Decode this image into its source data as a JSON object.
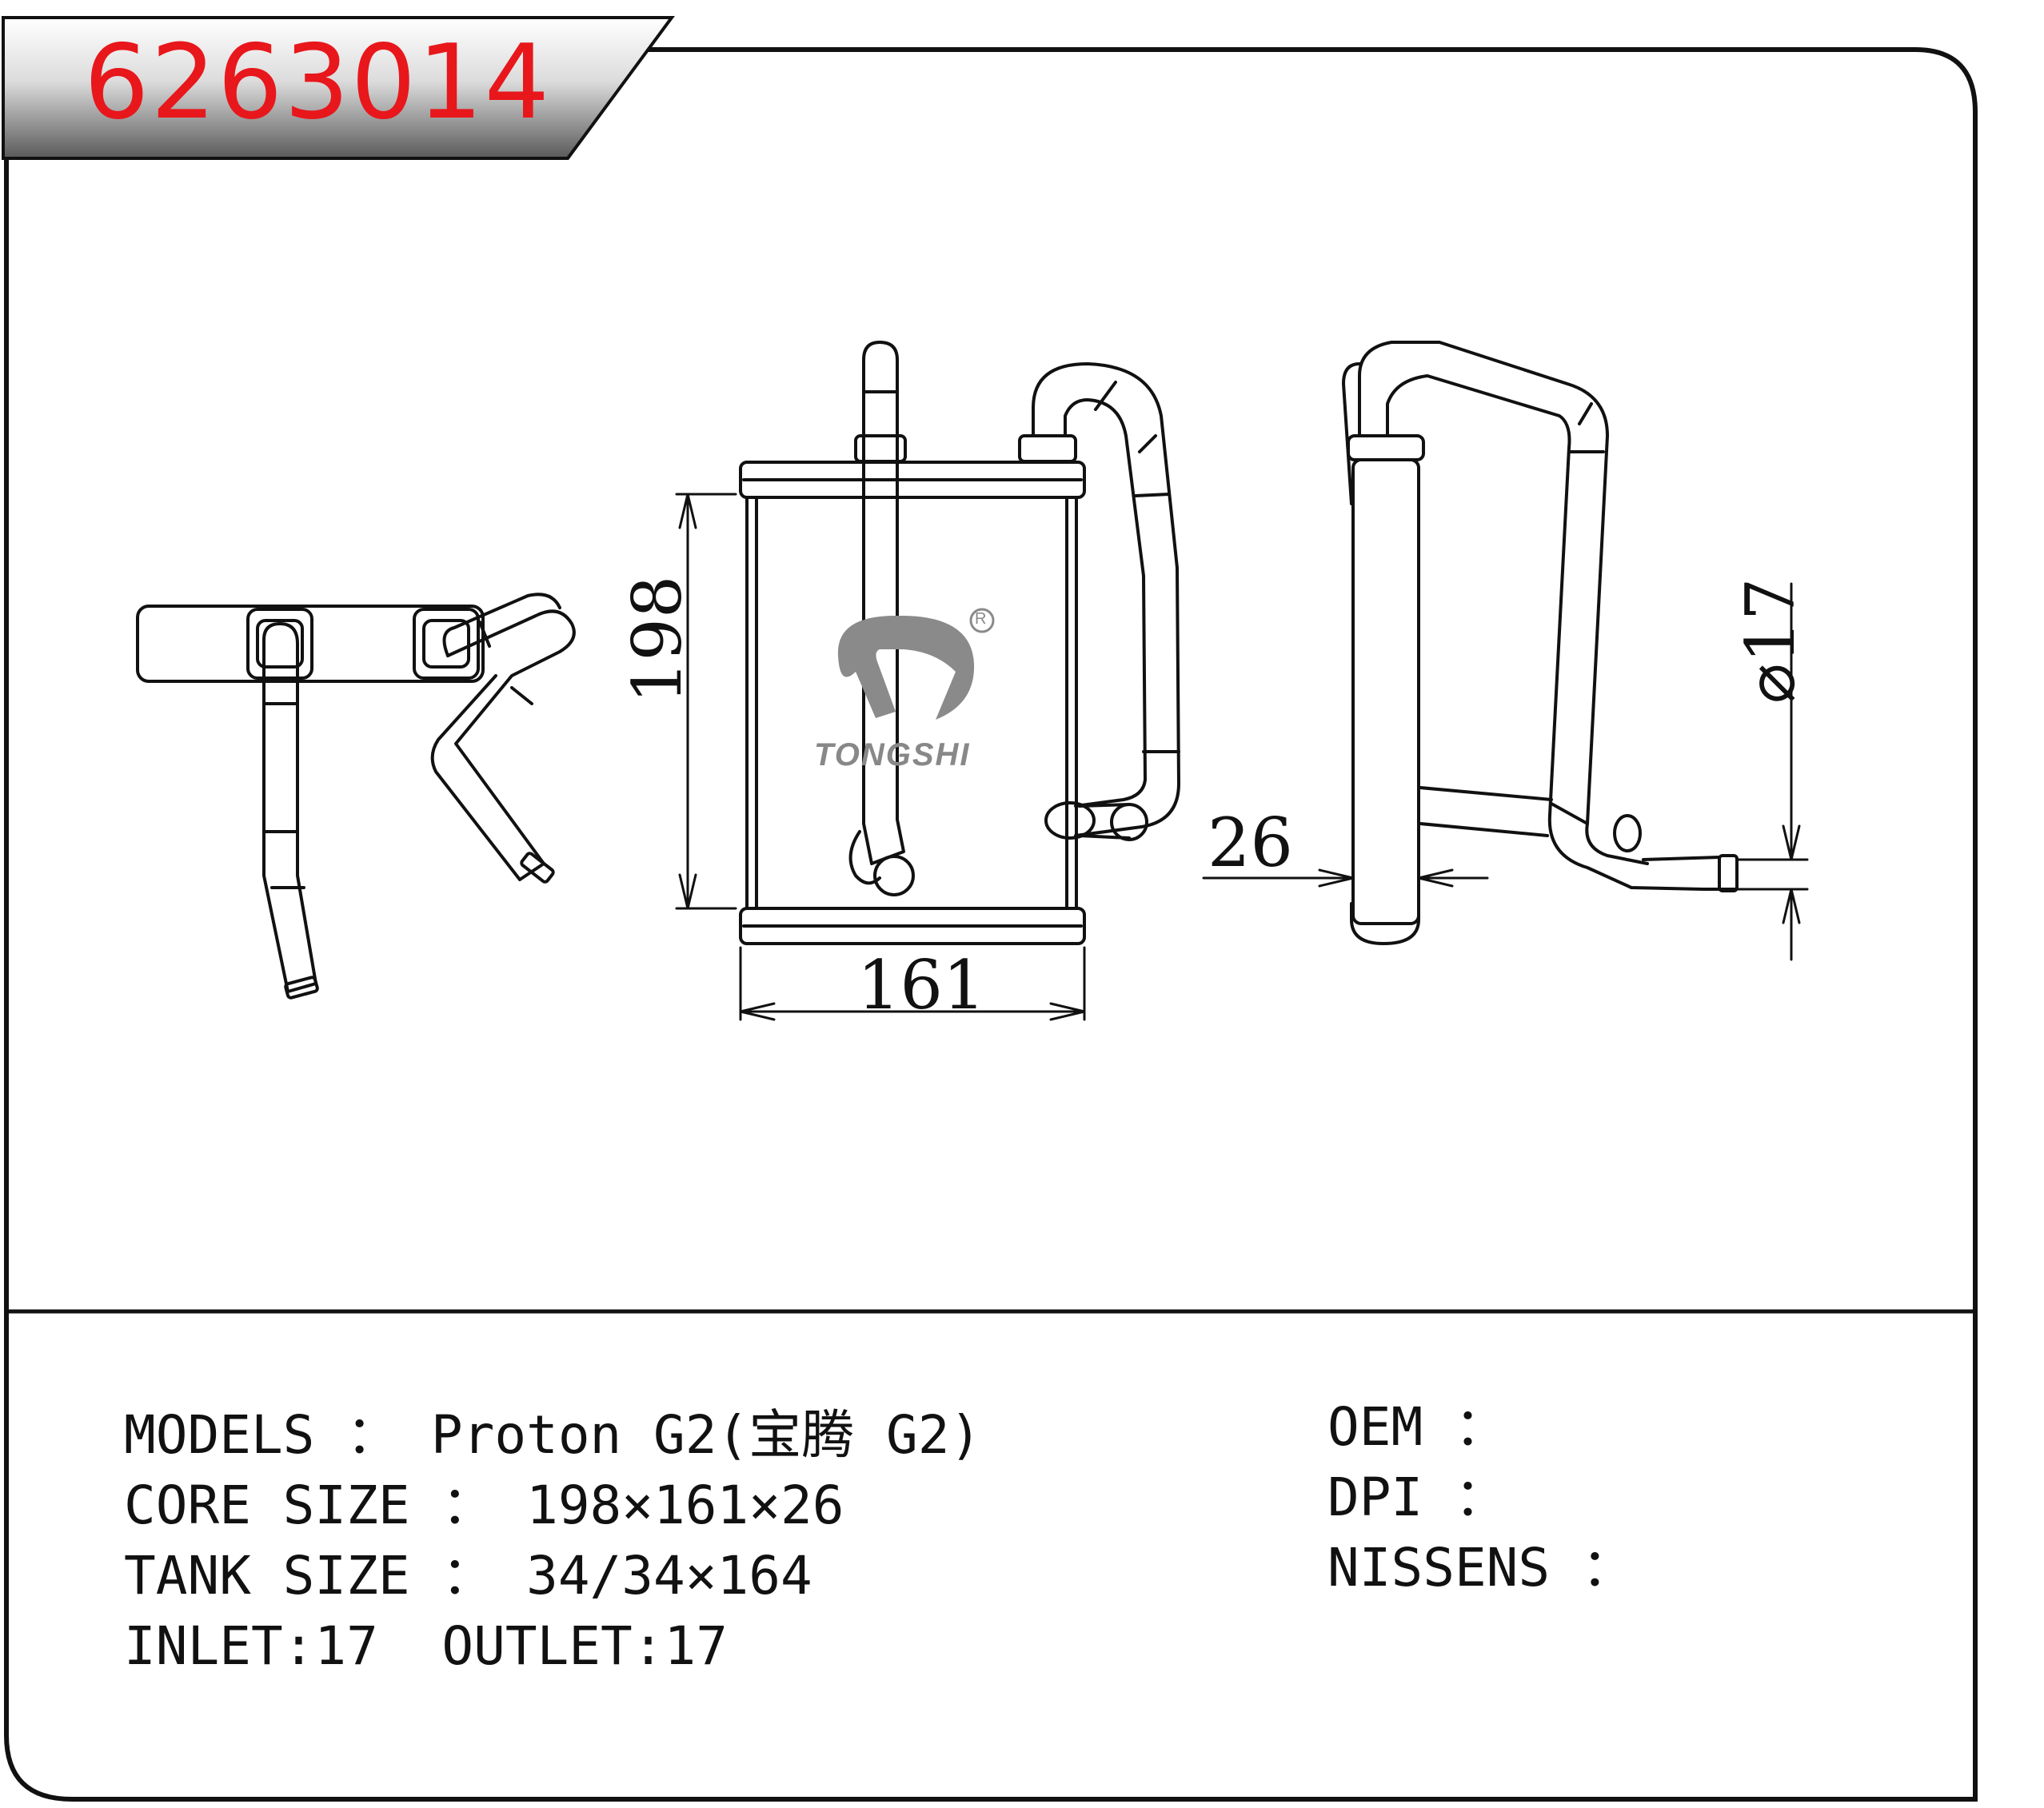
{
  "header": {
    "part_number": "6263014"
  },
  "brand": {
    "logo_text": "TONGSHI",
    "registered_mark": "R"
  },
  "dimensions": {
    "core_height": "198",
    "core_width": "161",
    "core_depth": "26",
    "pipe_diameter": "⌀17"
  },
  "specs": {
    "models": "MODELS ： Proton G2(宝腾 G2)",
    "core_size": "CORE SIZE ： 198×161×26",
    "tank_size": "TANK SIZE ： 34/34×164",
    "inlet_outlet": "INLET:17  OUTLET:17",
    "oem": "OEM ：",
    "dpi": "DPI ：",
    "nissens": "NISSENS ："
  },
  "colors": {
    "title": "#e8171b",
    "line": "#111111",
    "logo": "#8a8a8a"
  }
}
